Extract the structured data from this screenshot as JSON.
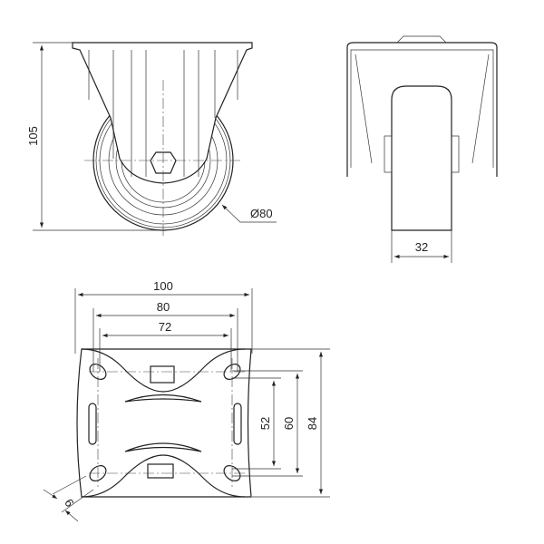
{
  "drawing": {
    "front_view": {
      "height_label": "105",
      "diameter_label": "Ø80"
    },
    "side_view": {
      "width_label": "32"
    },
    "bottom_view": {
      "plate_width_label": "100",
      "hole_spacing_outer_label": "80",
      "hole_spacing_inner_label": "72",
      "hole_spacing_vertical_inner_label": "52",
      "hole_spacing_vertical_outer_label": "60",
      "plate_length_label": "84",
      "slot_width_label": "9"
    }
  }
}
